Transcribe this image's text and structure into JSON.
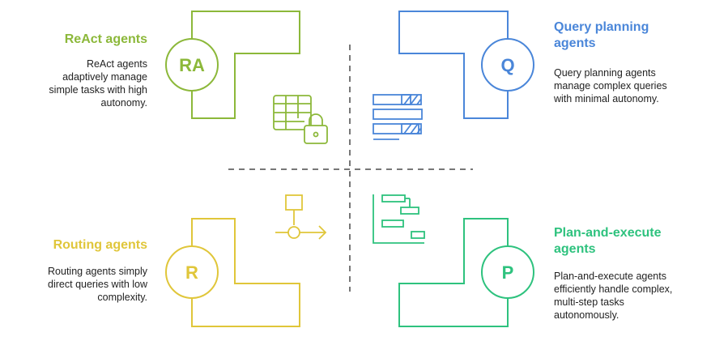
{
  "colors": {
    "react": "#8cb83a",
    "query": "#4a86d9",
    "routing": "#e0c63a",
    "plan": "#2ec27e",
    "divider": "#777777"
  },
  "quadrants": {
    "react": {
      "title": "ReAct agents",
      "description": "ReAct agents adaptively manage simple tasks with high autonomy.",
      "badge": "RA",
      "icon": "table-lock-icon"
    },
    "query": {
      "title": "Query planning agents",
      "description": "Query planning agents manage complex queries with minimal autonomy.",
      "badge": "Q",
      "icon": "stacked-bars-icon"
    },
    "routing": {
      "title": "Routing agents",
      "description": "Routing agents simply direct queries with low complexity.",
      "badge": "R",
      "icon": "routing-arrow-icon"
    },
    "plan": {
      "title": "Plan-and-execute agents",
      "description": "Plan-and-execute agents efficiently handle complex, multi-step tasks autonomously.",
      "badge": "P",
      "icon": "gantt-chart-icon"
    }
  }
}
